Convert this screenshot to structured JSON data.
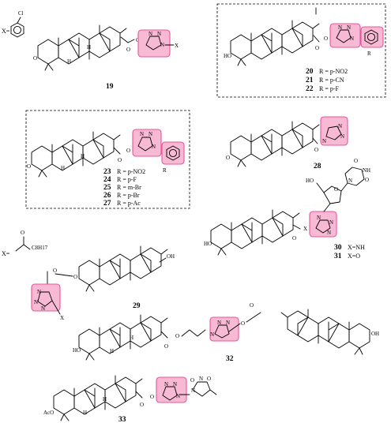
{
  "compounds": {
    "c19": {
      "number": "19",
      "x_label": "X=",
      "atoms": [
        "O",
        "O",
        "N",
        "N",
        "N",
        "X"
      ]
    },
    "c20_22": {
      "atoms": [
        "HO",
        "O",
        "O",
        "N",
        "N",
        "N",
        "R"
      ],
      "rows": [
        {
          "number": "20",
          "text": "R = p-NO2"
        },
        {
          "number": "21",
          "text": "R = p-CN"
        },
        {
          "number": "22",
          "text": "R = p-F"
        }
      ]
    },
    "c23_27": {
      "atoms": [
        "O",
        "O",
        "O",
        "N",
        "N",
        "N",
        "R"
      ],
      "rows": [
        {
          "number": "23",
          "text": "R = p-NO2"
        },
        {
          "number": "24",
          "text": "R = p-F"
        },
        {
          "number": "25",
          "text": "R = m-Br"
        },
        {
          "number": "26",
          "text": "R = p-Br"
        },
        {
          "number": "27",
          "text": "R = p-Ac"
        }
      ]
    },
    "c28": {
      "number": "28",
      "atoms": [
        "O",
        "O",
        "N",
        "N",
        "N"
      ]
    },
    "c29": {
      "number": "29",
      "x_label": "X=",
      "chain": "C8H17",
      "atoms": [
        "O",
        "O",
        "O",
        "OH",
        "N",
        "N",
        "N",
        "X"
      ]
    },
    "c30_31": {
      "atoms": [
        "HO",
        "O",
        "X",
        "N",
        "N",
        "N",
        "HO",
        "O",
        "N",
        "NH",
        "O",
        "O"
      ],
      "rows": [
        {
          "number": "30",
          "text": "X=NH"
        },
        {
          "number": "31",
          "text": "X=O"
        }
      ]
    },
    "c32": {
      "number": "32",
      "atoms": [
        "HO",
        "O",
        "O",
        "O",
        "O",
        "N",
        "N",
        "N",
        "OH"
      ]
    },
    "c33": {
      "number": "33",
      "atoms": [
        "AcO",
        "O",
        "O",
        "N",
        "N",
        "N",
        "O",
        "N",
        "N",
        "O"
      ]
    }
  },
  "stereo_labels": [
    "H",
    "H",
    "H",
    "H",
    "H",
    "H",
    "H",
    "H"
  ],
  "colors": {
    "highlight_fill": "#f7b9d4",
    "highlight_stroke": "#e7559a",
    "ink": "#000000"
  }
}
